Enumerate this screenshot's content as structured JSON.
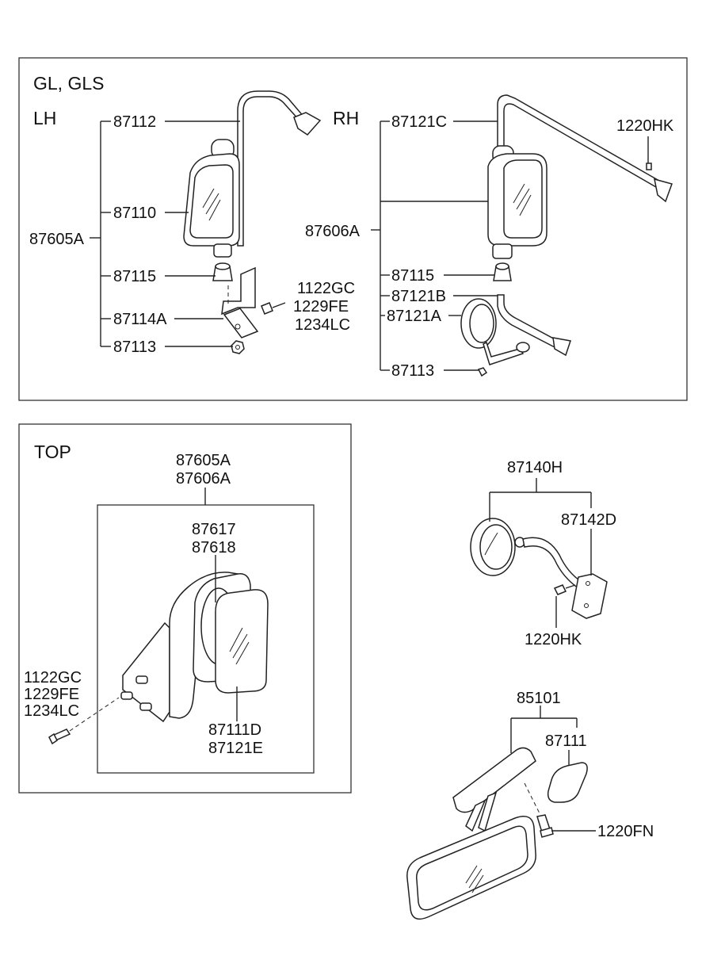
{
  "colors": {
    "line": "#222222",
    "background": "#ffffff"
  },
  "sections": {
    "top_panel": {
      "variant": "GL, GLS",
      "left_side": "LH",
      "right_side": "RH"
    },
    "top_view": {
      "title": "TOP"
    }
  },
  "labels": {
    "lh_87112": "87112",
    "lh_87110": "87110",
    "lh_87605a": "87605A",
    "lh_87115": "87115",
    "lh_87114a": "87114A",
    "lh_87113": "87113",
    "lh_1122gc": "1122GC",
    "lh_1229fe": "1229FE",
    "lh_1234lc": "1234LC",
    "rh_87121c": "87121C",
    "rh_1220hk": "1220HK",
    "rh_87606a": "87606A",
    "rh_87115": "87115",
    "rh_87121b": "87121B",
    "rh_87121a": "87121A",
    "rh_87113": "87113",
    "top_87605a": "87605A",
    "top_87606a": "87606A",
    "top_87617": "87617",
    "top_87618": "87618",
    "top_1122gc": "1122GC",
    "top_1229fe": "1229FE",
    "top_1234lc": "1234LC",
    "top_87111d": "87111D",
    "top_87121e": "87121E",
    "conv_87140h": "87140H",
    "conv_87142d": "87142D",
    "conv_1220hk": "1220HK",
    "inner_85101": "85101",
    "inner_87111": "87111",
    "inner_1220fn": "1220FN"
  }
}
